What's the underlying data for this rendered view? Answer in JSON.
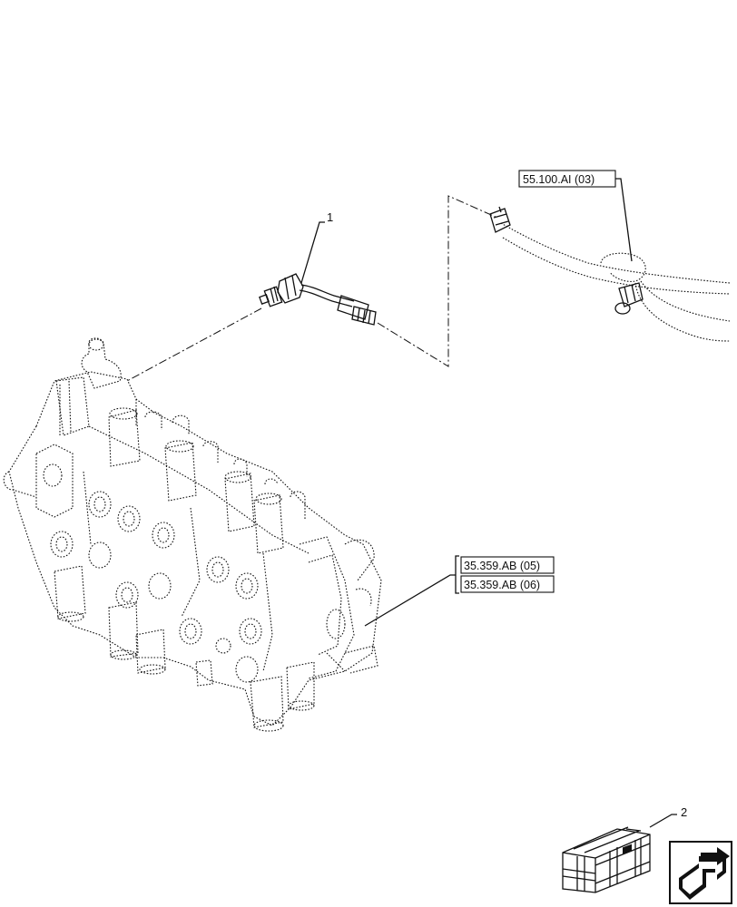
{
  "callouts": {
    "item_1": "1",
    "item_2": "2"
  },
  "references": {
    "harness_ref": "55.100.AI (03)",
    "valve_ref_a": "35.359.AB (05)",
    "valve_ref_b": "35.359.AB (06)"
  },
  "icons": {
    "kit_box": "crate-icon",
    "navigation": "return-arrow-icon"
  }
}
